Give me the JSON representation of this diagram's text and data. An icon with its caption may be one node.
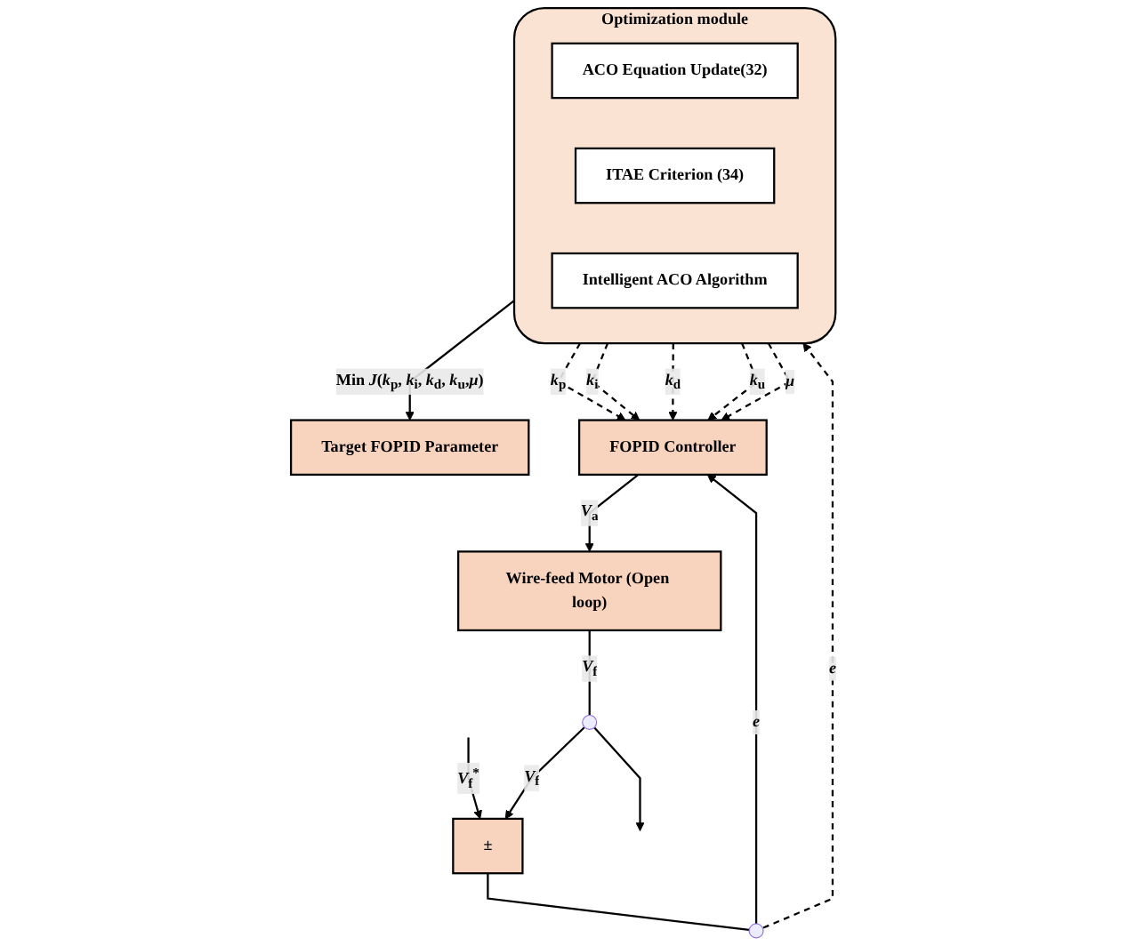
{
  "diagram": {
    "nodes": [
      {
        "text": [
          "Optimization module"
        ]
      },
      {
        "text": [
          "ACO  Equation  Update(32)"
        ],
        "in": 0
      },
      {
        "text": [
          "ITAE Criterion (34)"
        ],
        "in": 0
      },
      {
        "text": [
          "Intelligent ACO Algorithm"
        ],
        "in": 0
      },
      {
        "text": [
          "Target FOPID Parameter"
        ]
      },
      {
        "text": [
          "±"
        ]
      },
      {
        "text": [
          "FOPID Controller"
        ]
      },
      {
        "text": [
          "Wire-feed Motor (Open loop)"
        ]
      },
      {
        "text": [],
        "shape": "circle"
      },
      {
        "text": [],
        "shape": "circle"
      }
    ],
    "edges": [
      {
        "from": 0,
        "to": 4,
        "arrow": "to",
        "label": "Min *J*(*k*$_{p}$, *k*$_{i}$, *k*$_{d}$, *k*$_{u}$,*μ*)"
      },
      {
        "from": null,
        "to": 5,
        "arrow": "to",
        "label": "*V*$_{f}$$^{*}$"
      },
      {
        "from": 5,
        "to": 8,
        "arrow": "none"
      },
      {
        "from": 8,
        "to": 6,
        "arrow": "to",
        "label": "*e*"
      },
      {
        "from": 8,
        "to": 0,
        "arrow": "to",
        "style": "dashed",
        "label": "*e*"
      },
      {
        "from": 0,
        "to": 6,
        "arrow": "to",
        "style": "dashed",
        "label": "*k*$_{p}$"
      },
      {
        "from": 0,
        "to": 6,
        "arrow": "to",
        "style": "dashed",
        "label": "*k*$_{i}$"
      },
      {
        "from": 0,
        "to": 6,
        "arrow": "to",
        "style": "dashed",
        "label": "*k*$_{d}$"
      },
      {
        "from": 0,
        "to": 6,
        "arrow": "to",
        "style": "dashed",
        "label": "*k*$_{u}$"
      },
      {
        "from": 0,
        "to": 6,
        "arrow": "to",
        "style": "dashed",
        "label": "*μ*"
      },
      {
        "from": 6,
        "to": 7,
        "arrow": "to",
        "label": "*V*$_{a}$"
      },
      {
        "from": 7,
        "to": 9,
        "arrow": "none",
        "label": "*V*$_{f}$"
      },
      {
        "from": 9,
        "to": null,
        "arrow": "to"
      },
      {
        "from": 9,
        "to": 5,
        "arrow": "to",
        "label": "*V*$_{f}$"
      }
    ]
  }
}
